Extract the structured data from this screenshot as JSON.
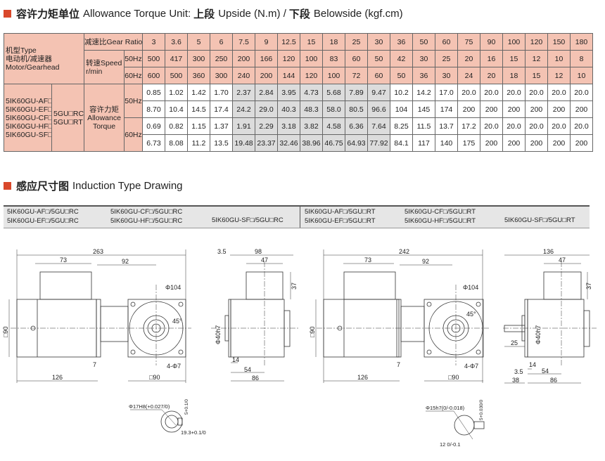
{
  "section1": {
    "title_cn": "容许力矩单位",
    "title_en": "Allowance Torque Unit:",
    "upside_cn": "上段",
    "upside_en": "Upside (N.m) /",
    "belowside_cn": "下段",
    "belowside_en": "Belowside (kgf.cm)"
  },
  "table": {
    "type_label": [
      "机型Type",
      "电动机/减速器",
      "Motor/Gearhead"
    ],
    "gear_ratio_label": "减速比Gear Ratio",
    "speed_label": [
      "转速Speed",
      "r/min"
    ],
    "hz50": "50Hz",
    "hz60": "60Hz",
    "models": [
      "5IK60GU-AF□",
      "5IK60GU-EF□",
      "5IK60GU-CF□",
      "5IK60GU-HF□",
      "5IK60GU-SF□"
    ],
    "gearheads": [
      "5GU□RC",
      "5GU□RT"
    ],
    "torque_label": [
      "容许力矩",
      "Allowance",
      "Torque"
    ],
    "gear_ratios": [
      "3",
      "3.6",
      "5",
      "6",
      "7.5",
      "9",
      "12.5",
      "15",
      "18",
      "25",
      "30",
      "36",
      "50",
      "60",
      "75",
      "90",
      "100",
      "120",
      "150",
      "180"
    ],
    "speed_50": [
      "500",
      "417",
      "300",
      "250",
      "200",
      "166",
      "120",
      "100",
      "83",
      "60",
      "50",
      "42",
      "30",
      "25",
      "20",
      "16",
      "15",
      "12",
      "10",
      "8"
    ],
    "speed_60": [
      "600",
      "500",
      "360",
      "300",
      "240",
      "200",
      "144",
      "120",
      "100",
      "72",
      "60",
      "50",
      "36",
      "30",
      "24",
      "20",
      "18",
      "15",
      "12",
      "10"
    ],
    "torque_50_nm": [
      "0.85",
      "1.02",
      "1.42",
      "1.70",
      "2.37",
      "2.84",
      "3.95",
      "4.73",
      "5.68",
      "7.89",
      "9.47",
      "10.2",
      "14.2",
      "17.0",
      "20.0",
      "20.0",
      "20.0",
      "20.0",
      "20.0",
      "20.0"
    ],
    "torque_50_kgfcm": [
      "8.70",
      "10.4",
      "14.5",
      "17.4",
      "24.2",
      "29.0",
      "40.3",
      "48.3",
      "58.0",
      "80.5",
      "96.6",
      "104",
      "145",
      "174",
      "200",
      "200",
      "200",
      "200",
      "200",
      "200"
    ],
    "torque_60_nm": [
      "0.69",
      "0.82",
      "1.15",
      "1.37",
      "1.91",
      "2.29",
      "3.18",
      "3.82",
      "4.58",
      "6.36",
      "7.64",
      "8.25",
      "11.5",
      "13.7",
      "17.2",
      "20.0",
      "20.0",
      "20.0",
      "20.0",
      "20.0"
    ],
    "torque_60_kgfcm": [
      "6.73",
      "8.08",
      "11.2",
      "13.5",
      "19.48",
      "23.37",
      "32.46",
      "38.96",
      "46.75",
      "64.93",
      "77.92",
      "84.1",
      "117",
      "140",
      "175",
      "200",
      "200",
      "200",
      "200",
      "200"
    ],
    "highlight_range": [
      4,
      10
    ]
  },
  "section2": {
    "title_cn": "感应尺寸图",
    "title_en": "Induction Type Drawing"
  },
  "model_groups": {
    "rc": {
      "col1": [
        "5IK60GU-AF□/5GU□RC",
        "5IK60GU-EF□/5GU□RC"
      ],
      "col2": [
        "5IK60GU-CF□/5GU□RC",
        "5IK60GU-HF□/5GU□RC"
      ],
      "col3": "5IK60GU-SF□/5GU□RC"
    },
    "rt": {
      "col1": [
        "5IK60GU-AF□/5GU□RT",
        "5IK60GU-EF□/5GU□RT"
      ],
      "col2": [
        "5IK60GU-CF□/5GU□RT",
        "5IK60GU-HF□/5GU□RT"
      ],
      "col3": "5IK60GU-SF□/5GU□RT"
    }
  },
  "drawing_rc": {
    "total": "263",
    "box": "73",
    "gear": "92",
    "motor": "126",
    "flange_sq": "□90",
    "side_sq": "□90",
    "t7": "7",
    "pcd": "Φ104",
    "angle": "45°",
    "holes": "4-Φ7",
    "side_total": "98",
    "side_flange": "3.5",
    "side_box": "47",
    "side_box_h": "37",
    "pilot": "Φ40h7",
    "s14": "14",
    "s54": "54",
    "s86": "86",
    "bore": "Φ17H8(+0.027/0)",
    "key_w": "5+0.1/0",
    "key_h": "19.3+0.1/0"
  },
  "drawing_rt": {
    "total": "242",
    "box": "73",
    "gear": "92",
    "motor": "126",
    "flange_sq": "□90",
    "side_sq": "□90",
    "t7": "7",
    "pcd": "Φ104",
    "angle": "45°",
    "holes": "4-Φ7",
    "side_total": "136",
    "side_box": "47",
    "side_box_h": "37",
    "pilot": "Φ40h7",
    "shaft": "25",
    "s14": "14",
    "s35": "3.5",
    "s54": "54",
    "s38": "38",
    "s86": "86",
    "shaft_d": "Φ15h7(0/-0.018)",
    "key_w": "5+0.030/0",
    "key_h": "12 0/-0.1"
  }
}
